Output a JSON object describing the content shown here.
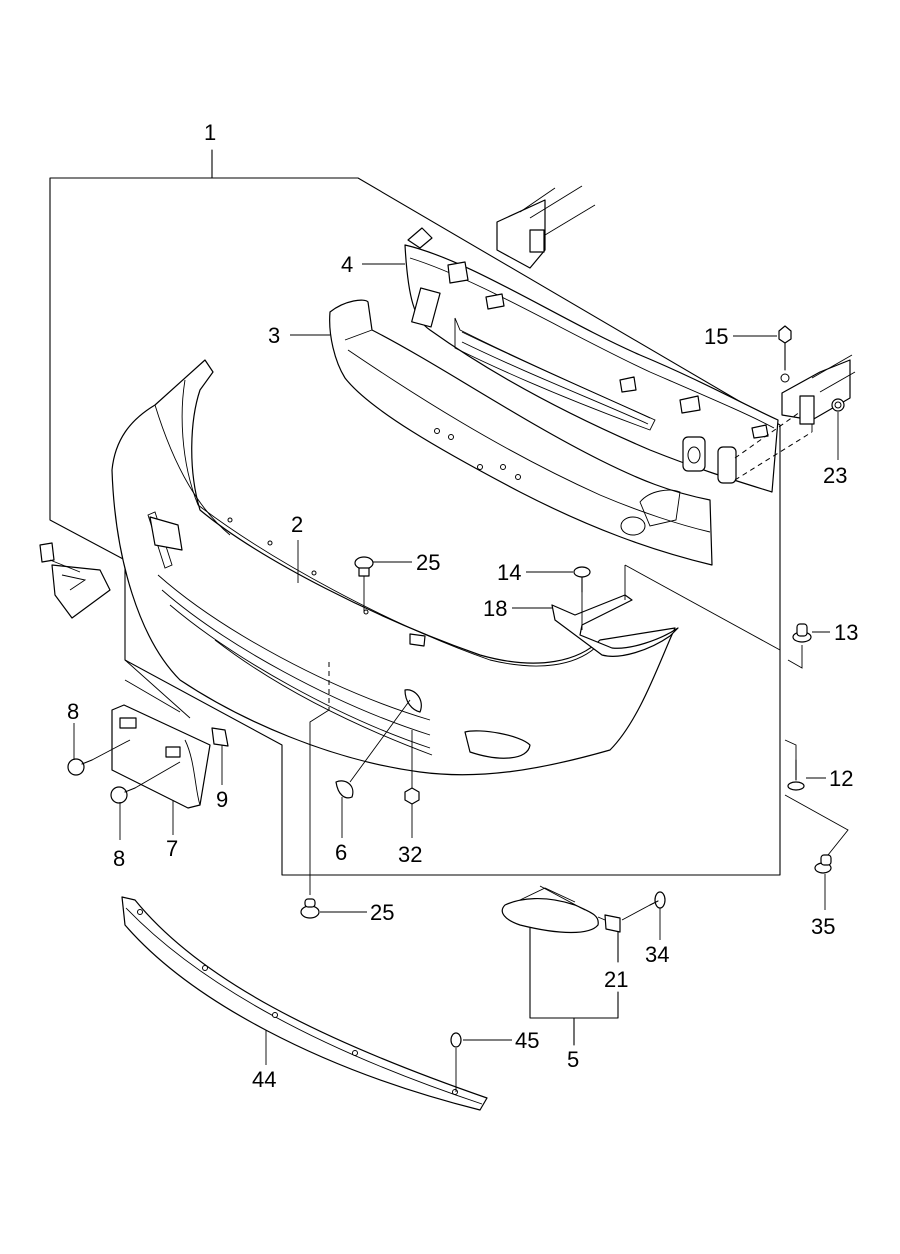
{
  "diagram": {
    "title": "Front Bumper Assembly",
    "callouts": [
      {
        "id": "1",
        "text": "1"
      },
      {
        "id": "2",
        "text": "2"
      },
      {
        "id": "3",
        "text": "3"
      },
      {
        "id": "4",
        "text": "4"
      },
      {
        "id": "5",
        "text": "5"
      },
      {
        "id": "6",
        "text": "6"
      },
      {
        "id": "7",
        "text": "7"
      },
      {
        "id": "8a",
        "text": "8"
      },
      {
        "id": "8b",
        "text": "8"
      },
      {
        "id": "9",
        "text": "9"
      },
      {
        "id": "12",
        "text": "12"
      },
      {
        "id": "13",
        "text": "13"
      },
      {
        "id": "14",
        "text": "14"
      },
      {
        "id": "15",
        "text": "15"
      },
      {
        "id": "18",
        "text": "18"
      },
      {
        "id": "21",
        "text": "21"
      },
      {
        "id": "23",
        "text": "23"
      },
      {
        "id": "25a",
        "text": "25"
      },
      {
        "id": "25b",
        "text": "25"
      },
      {
        "id": "32",
        "text": "32"
      },
      {
        "id": "34",
        "text": "34"
      },
      {
        "id": "35",
        "text": "35"
      },
      {
        "id": "44",
        "text": "44"
      },
      {
        "id": "45",
        "text": "45"
      }
    ]
  }
}
